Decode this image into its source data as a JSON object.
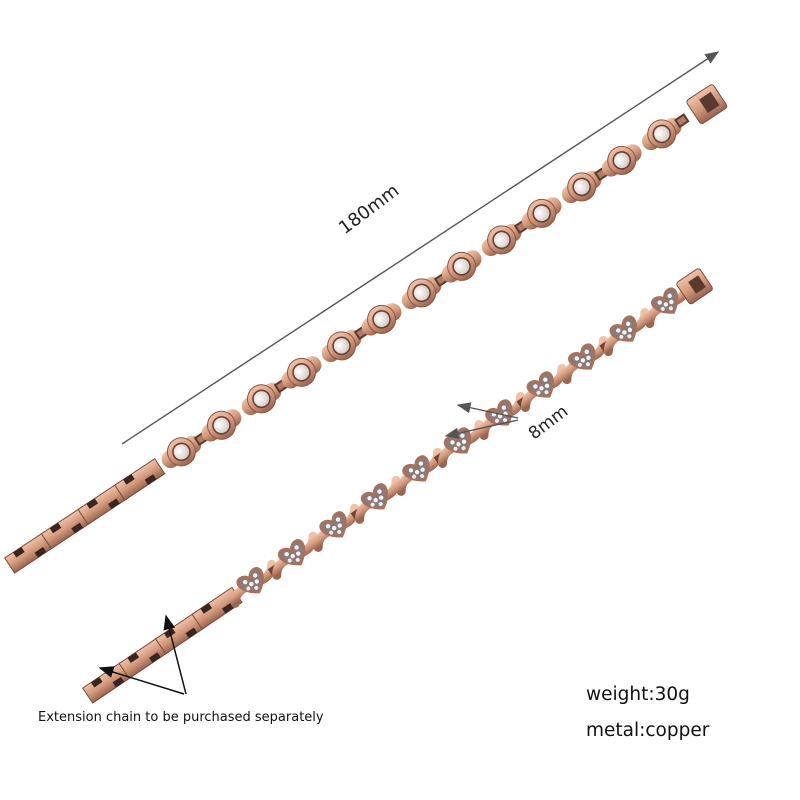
{
  "product": {
    "type": "magnetic copper bracelet pair",
    "colors": {
      "copper_light": "#e8b49a",
      "copper_mid": "#c98a6e",
      "copper_dark": "#7a4a3a",
      "magnet": "#efece8",
      "crystal": "#f4f4f6",
      "annotation_line": "#555555"
    }
  },
  "annotations": {
    "length": "180mm",
    "width": "8mm",
    "extension_note": "Extension chain to be purchased separately"
  },
  "specs": {
    "weight": "weight:30g",
    "metal": "metal:copper"
  }
}
